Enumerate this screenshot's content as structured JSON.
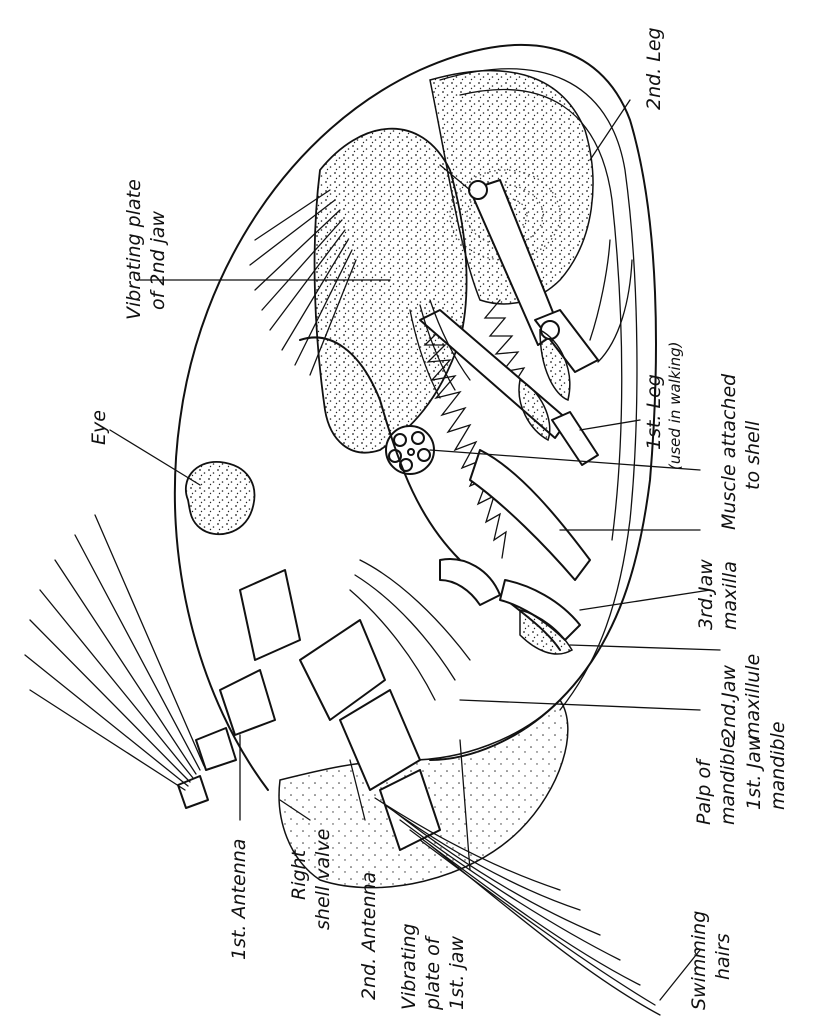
{
  "labels": {
    "eye": "Eye",
    "vibrating_plate_2nd_jaw_line1": "Vibrating plate",
    "vibrating_plate_2nd_jaw_line2": "of 2nd jaw",
    "second_leg": "2nd. Leg",
    "first_leg": "1st. Leg",
    "first_leg_note": "(used in walking)",
    "muscle_line1": "Muscle attached",
    "muscle_line2": "to shell",
    "third_jaw_line1": "3rd.Jaw",
    "third_jaw_line2": "maxilla",
    "second_jaw_line1": "2nd.Jaw",
    "second_jaw_line2": "maxillule",
    "first_jaw_line1": "1st. Jaw",
    "first_jaw_line2": "mandible",
    "palp_line1": "Palp of",
    "palp_line2": "mandible",
    "first_antenna": "1st. Antenna",
    "right_shell_line1": "Right",
    "right_shell_line2": "shell valve",
    "second_antenna": "2nd. Antenna",
    "vib_plate_1st_line1": "Vibrating",
    "vib_plate_1st_line2": "plate of",
    "vib_plate_1st_line3": "1st. jaw",
    "swimming_line1": "Swimming",
    "swimming_line2": "hairs"
  }
}
